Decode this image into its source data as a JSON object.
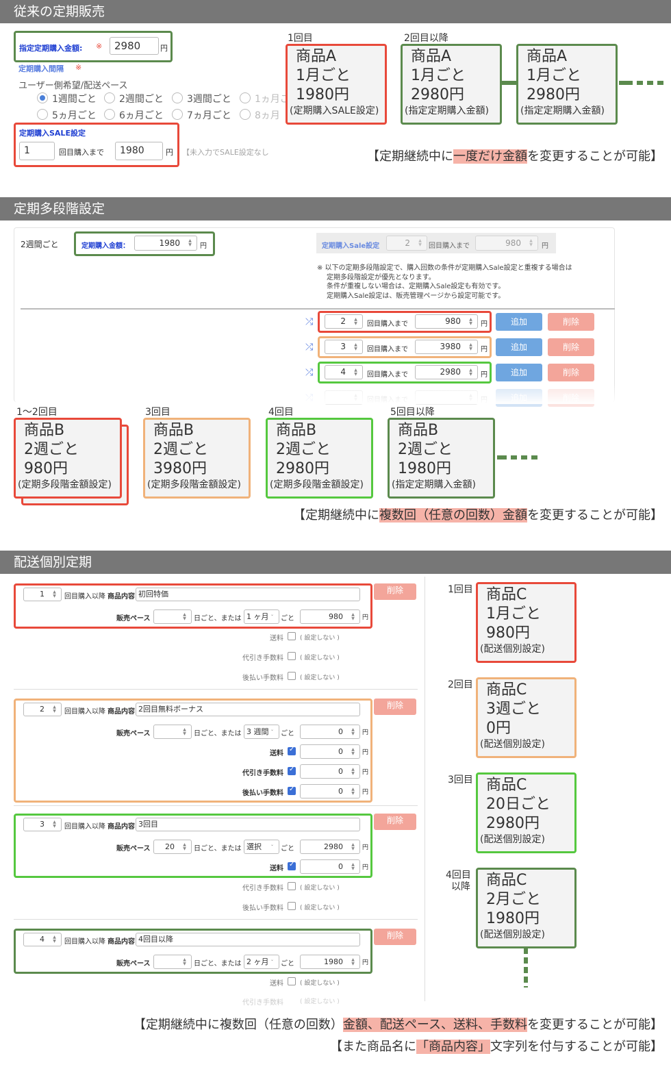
{
  "sec1": {
    "title": "従来の定期販売",
    "form": {
      "price_label": "指定定期購入金額:",
      "req": "※",
      "price_value": "2980",
      "yen": "円",
      "interval_label": "定期購入間隔",
      "interval_req": "※",
      "user_label": "ユーザー側希望/配送ペース",
      "radios": [
        "1週間ごと",
        "2週間ごと",
        "3週間ごと",
        "1ヵ月ご",
        "5ヵ月ごと",
        "6ヵ月ごと",
        "7ヵ月ごと",
        "8ヵ月"
      ],
      "sale_label": "定期購入SALE設定",
      "sale_count": "1",
      "sale_until": "回目購入まで",
      "sale_price": "1980",
      "sale_yen": "円",
      "sale_hint": "【未入力でSALE設定なし"
    },
    "col1": "1回目",
    "col2": "2回目以降",
    "cards": [
      {
        "l1": "商品A",
        "l2": "1月ごと",
        "l3": "1980円",
        "sub": "(定期購入SALE設定)"
      },
      {
        "l1": "商品A",
        "l2": "1月ごと",
        "l3": "2980円",
        "sub": "(指定定期購入金額)"
      },
      {
        "l1": "商品A",
        "l2": "1月ごと",
        "l3": "2980円",
        "sub": "(指定定期購入金額)"
      }
    ],
    "note_a": "【定期継続中に",
    "note_hl": "一度だけ金額",
    "note_b": "を変更することが可能】"
  },
  "sec2": {
    "title": "定期多段階設定",
    "form": {
      "interval": "2週間ごと",
      "price_label": "定期購入金額：",
      "price_value": "1980",
      "yen": "円",
      "sale_label": "定期購入Sale設定",
      "sale_count": "2",
      "sale_until": "回目購入まで",
      "sale_price": "980",
      "notice": [
        "※ 以下の定期多段階設定で、購入回数の条件が定期購入Sale設定と重複する場合は",
        "定期多段階設定が優先となります。",
        "条件が重複しない場合は、定期購入Sale設定も有効です。",
        "定期購入Sale設定は、販売管理ページから設定可能です。"
      ],
      "rows": [
        {
          "count": "2",
          "until": "回目購入まで",
          "price": "980",
          "yen": "円",
          "add": "追加",
          "del": "削除"
        },
        {
          "count": "3",
          "until": "回目購入まで",
          "price": "3980",
          "yen": "円",
          "add": "追加",
          "del": "削除"
        },
        {
          "count": "4",
          "until": "回目購入まで",
          "price": "2980",
          "yen": "円",
          "add": "追加",
          "del": "削除"
        },
        {
          "count": "",
          "until": "回目購入まで",
          "price": "",
          "yen": "円",
          "add": "追加",
          "del": "削除"
        }
      ]
    },
    "cols": [
      "1〜2回目",
      "3回目",
      "4回目",
      "5回目以降"
    ],
    "cards": [
      {
        "l1": "商品B",
        "l2": "2週ごと",
        "l3": "980円",
        "sub": "(定期多段階金額設定)"
      },
      {
        "l1": "商品B",
        "l2": "2週ごと",
        "l3": "3980円",
        "sub": "(定期多段階金額設定)"
      },
      {
        "l1": "商品B",
        "l2": "2週ごと",
        "l3": "2980円",
        "sub": "(定期多段階金額設定)"
      },
      {
        "l1": "商品B",
        "l2": "2週ごと",
        "l3": "1980円",
        "sub": "(指定定期購入金額)"
      }
    ],
    "note_a": "【定期継続中に",
    "note_hl": "複数回（任意の回数）金額",
    "note_b": "を変更することが可能】"
  },
  "sec3": {
    "title": "配送個別定期",
    "labels": {
      "after": "回目購入以降",
      "content": "商品内容",
      "pace": "販売ペース",
      "daily": "日ごと、または",
      "per": "ごと",
      "yen": "円",
      "shipping": "送料",
      "cod": "代引き手数料",
      "deferred": "後払い手数料",
      "not_set": "( 設定しない )",
      "delete": "削除"
    },
    "blocks": [
      {
        "count": "1",
        "content": "初回特価",
        "days": "",
        "month": "1 ヶ月",
        "price": "980"
      },
      {
        "count": "2",
        "content": "2回目無料ボーナス",
        "days": "",
        "month": "3 週間",
        "price": "0",
        "ship": "0",
        "cod": "0",
        "def": "0"
      },
      {
        "count": "3",
        "content": "3回目",
        "days": "20",
        "month": "選択",
        "price": "2980",
        "ship": "0"
      },
      {
        "count": "4",
        "content": "4回目以降",
        "days": "",
        "month": "2 ヶ月",
        "price": "1980"
      }
    ],
    "cols": [
      "1回目",
      "2回目",
      "3回目",
      "4回目",
      "以降"
    ],
    "cards": [
      {
        "l1": "商品C",
        "l2": "1月ごと",
        "l3": "980円",
        "sub": "(配送個別設定)"
      },
      {
        "l1": "商品C",
        "l2": "3週ごと",
        "l3": "0円",
        "sub": "(配送個別設定)"
      },
      {
        "l1": "商品C",
        "l2": "20日ごと",
        "l3": "2980円",
        "sub": "(配送個別設定)"
      },
      {
        "l1": "商品C",
        "l2": "2月ごと",
        "l3": "1980円",
        "sub": "(配送個別設定)"
      }
    ],
    "note1_a": "【定期継続中に複数回（任意の回数）",
    "note1_hl": "金額、配送ペース、送料、手数料",
    "note1_b": "を変更することが可能】",
    "note2_a": "【また商品名に",
    "note2_hl": "「商品内容」",
    "note2_b": "文字列を付与することが可能】"
  },
  "colors": {
    "red": "#e8493a",
    "dark_green": "#5b8a4d",
    "orange": "#f0b27a",
    "light_green": "#55c83f",
    "header": "#777777"
  }
}
